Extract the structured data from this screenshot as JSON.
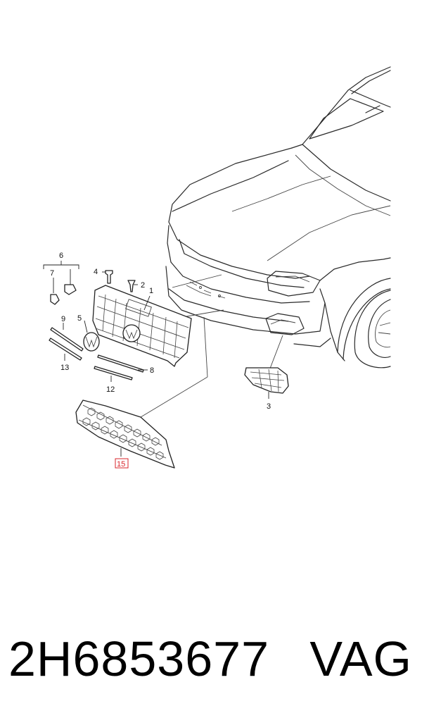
{
  "diagram": {
    "callouts": [
      {
        "id": "c1",
        "text": "1"
      },
      {
        "id": "c2",
        "text": "2"
      },
      {
        "id": "c3",
        "text": "3"
      },
      {
        "id": "c4",
        "text": "4"
      },
      {
        "id": "c5",
        "text": "5"
      },
      {
        "id": "c6",
        "text": "6"
      },
      {
        "id": "c7",
        "text": "7"
      },
      {
        "id": "c8",
        "text": "8"
      },
      {
        "id": "c9",
        "text": "9"
      },
      {
        "id": "c12",
        "text": "12"
      },
      {
        "id": "c13",
        "text": "13"
      },
      {
        "id": "c15",
        "text": "15"
      }
    ],
    "highlight_color": "#d9262b",
    "line_color": "#2a2a2a"
  },
  "footer": {
    "part_number": "2H6853677",
    "brand": "VAG"
  }
}
